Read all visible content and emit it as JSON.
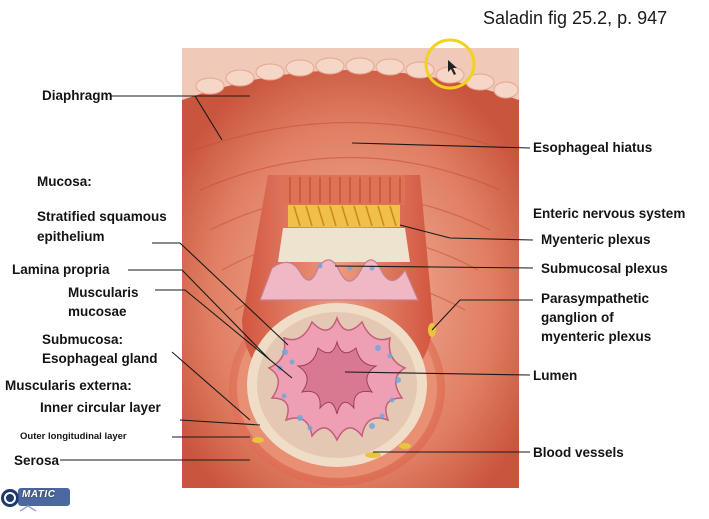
{
  "reference": "Saladin fig 25.2, p. 947",
  "labels": {
    "diaphragm": "Diaphragm",
    "mucosa": "Mucosa:",
    "stratified_1": "Stratified squamous",
    "stratified_2": "epithelium",
    "lamina_propria": "Lamina propria",
    "muscularis_mucosae_1": "Muscularis",
    "muscularis_mucosae_2": "mucosae",
    "submucosa": "Submucosa:",
    "esophageal_gland": "Esophageal gland",
    "muscularis_externa": "Muscularis externa:",
    "inner_circular": "Inner circular layer",
    "outer_longitudinal": "Outer longitudinal layer",
    "serosa": "Serosa",
    "esophageal_hiatus": "Esophageal hiatus",
    "enteric": "Enteric nervous system",
    "myenteric": "Myenteric plexus",
    "submucosal": "Submucosal plexus",
    "parasympathetic_1": "Parasympathetic",
    "parasympathetic_2": "ganglion of",
    "parasympathetic_3": "myenteric plexus",
    "lumen": "Lumen",
    "blood_vessels": "Blood vessels"
  },
  "watermark": "MATIC",
  "colors": {
    "muscle": "#d9624a",
    "muscle_light": "#eea38a",
    "mucosa_pink": "#e9a3b3",
    "submucosa": "#f3e8d3",
    "gland_blue": "#6fa8dc",
    "nerve_yellow": "#e8c53a",
    "cursor_ring": "#f2d21b"
  }
}
